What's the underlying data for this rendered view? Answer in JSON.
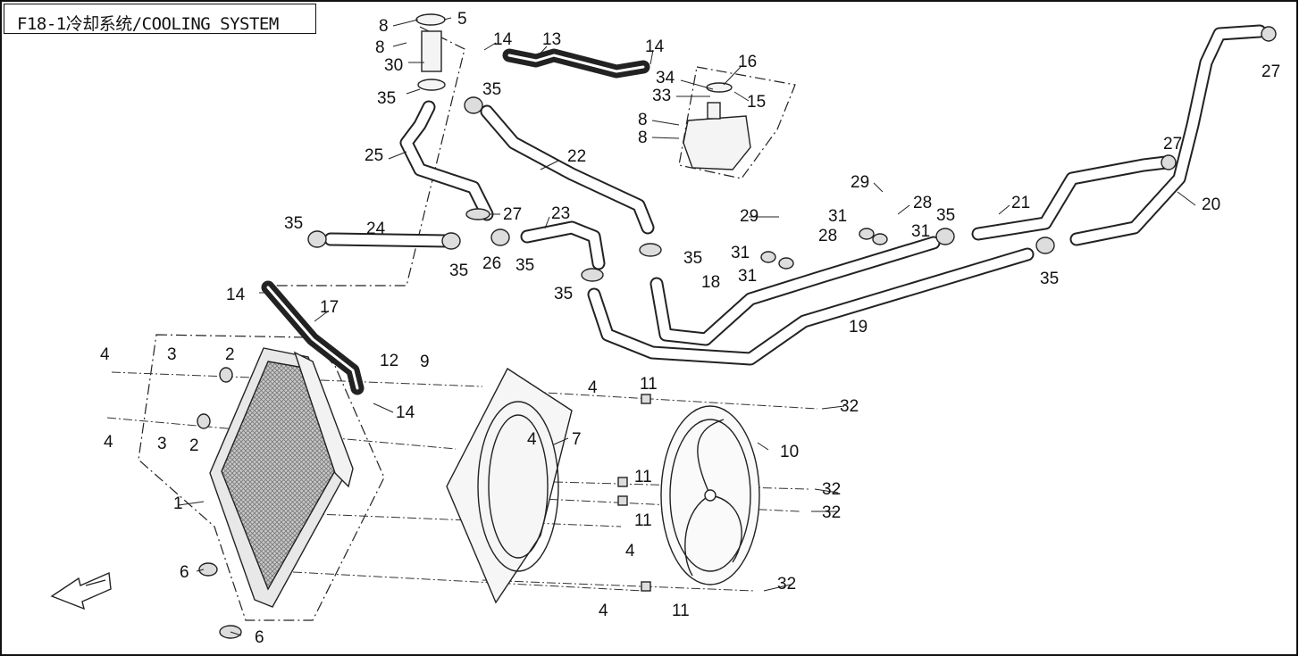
{
  "title": "F18-1冷却系统/COOLING SYSTEM",
  "callouts": [
    "1",
    "2",
    "3",
    "4",
    "5",
    "6",
    "7",
    "8",
    "9",
    "10",
    "11",
    "12",
    "13",
    "14",
    "15",
    "16",
    "17",
    "18",
    "19",
    "20",
    "21",
    "22",
    "23",
    "24",
    "25",
    "26",
    "27",
    "28",
    "29",
    "30",
    "31",
    "32",
    "33",
    "34",
    "35"
  ],
  "colors": {
    "line": "#222222",
    "panel": "#9a9a9a",
    "background": "#ffffff"
  },
  "icons": [
    "front-direction-arrow-icon"
  ]
}
